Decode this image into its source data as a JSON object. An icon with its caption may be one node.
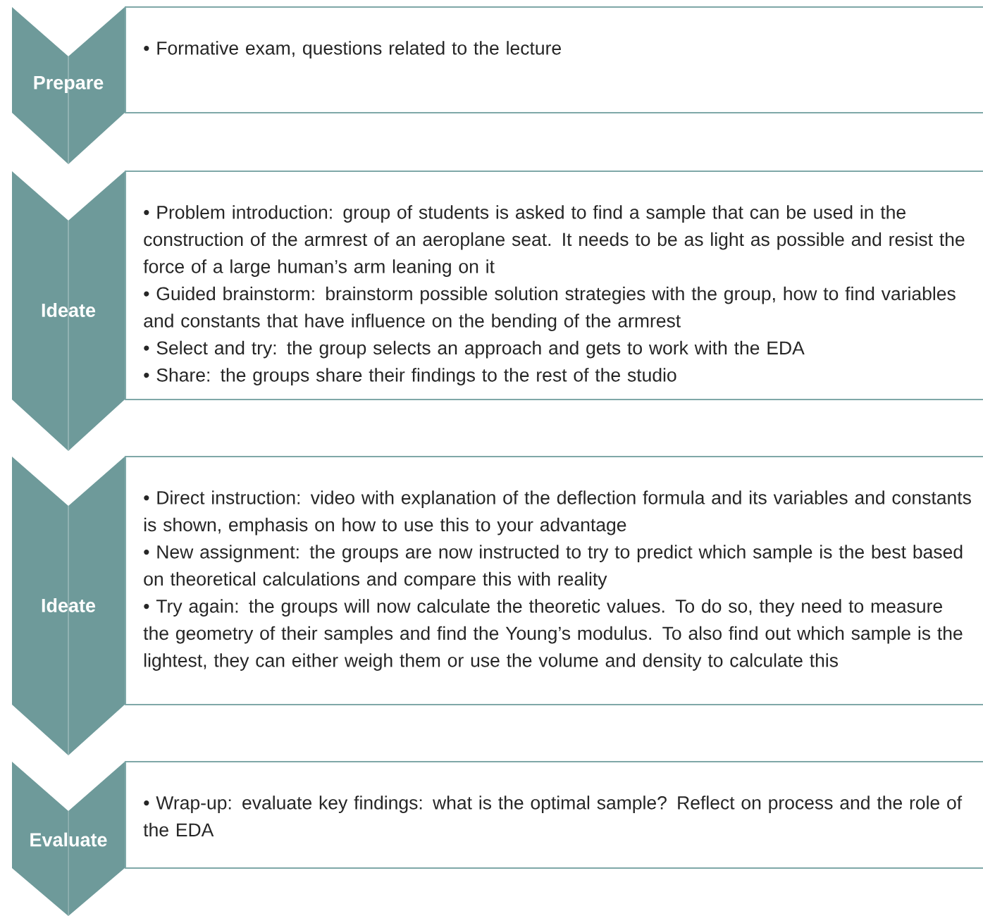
{
  "diagram": {
    "nodes": [
      {
        "text": [
          "Prepare"
        ]
      },
      {
        "text": [
          "• Formative exam, questions related to the lecture"
        ]
      },
      {
        "text": [
          "Ideate"
        ]
      },
      {
        "text": [
          "• Problem introduction: group of students is asked to find a sample that can be used in the construction of the armrest of an aeroplane seat. It needs to be as light as possible and resist the force of a large human’s arm leaning on it",
          "• Guided brainstorm: brainstorm possible solution strategies with the group, how to find variables and constants that have influence on the bending of the armrest",
          "• Select and try: the group selects an approach and gets to work with the EDA",
          "• Share: the groups share their findings to the rest of the studio"
        ]
      },
      {
        "text": [
          "Ideate"
        ]
      },
      {
        "text": [
          "• Direct instruction: video with explanation of the deflection formula and its variables and constants is shown, emphasis on how to use this to your advantage",
          "• New assignment: the groups are now instructed to try to predict which sample is the best based on theoretical calculations and compare this with reality",
          "• Try again: the groups will now calculate the theoretic values. To do so, they need to measure the geometry of their samples and find the Young’s modulus. To also find out which sample is the lightest, they can either weigh them or use the volume and density to calculate this"
        ]
      },
      {
        "text": [
          "Evaluate"
        ]
      },
      {
        "text": [
          "• Wrap-up: evaluate key findings: what is the optimal sample? Reflect on process and the role of the EDA"
        ]
      }
    ],
    "edges": []
  }
}
